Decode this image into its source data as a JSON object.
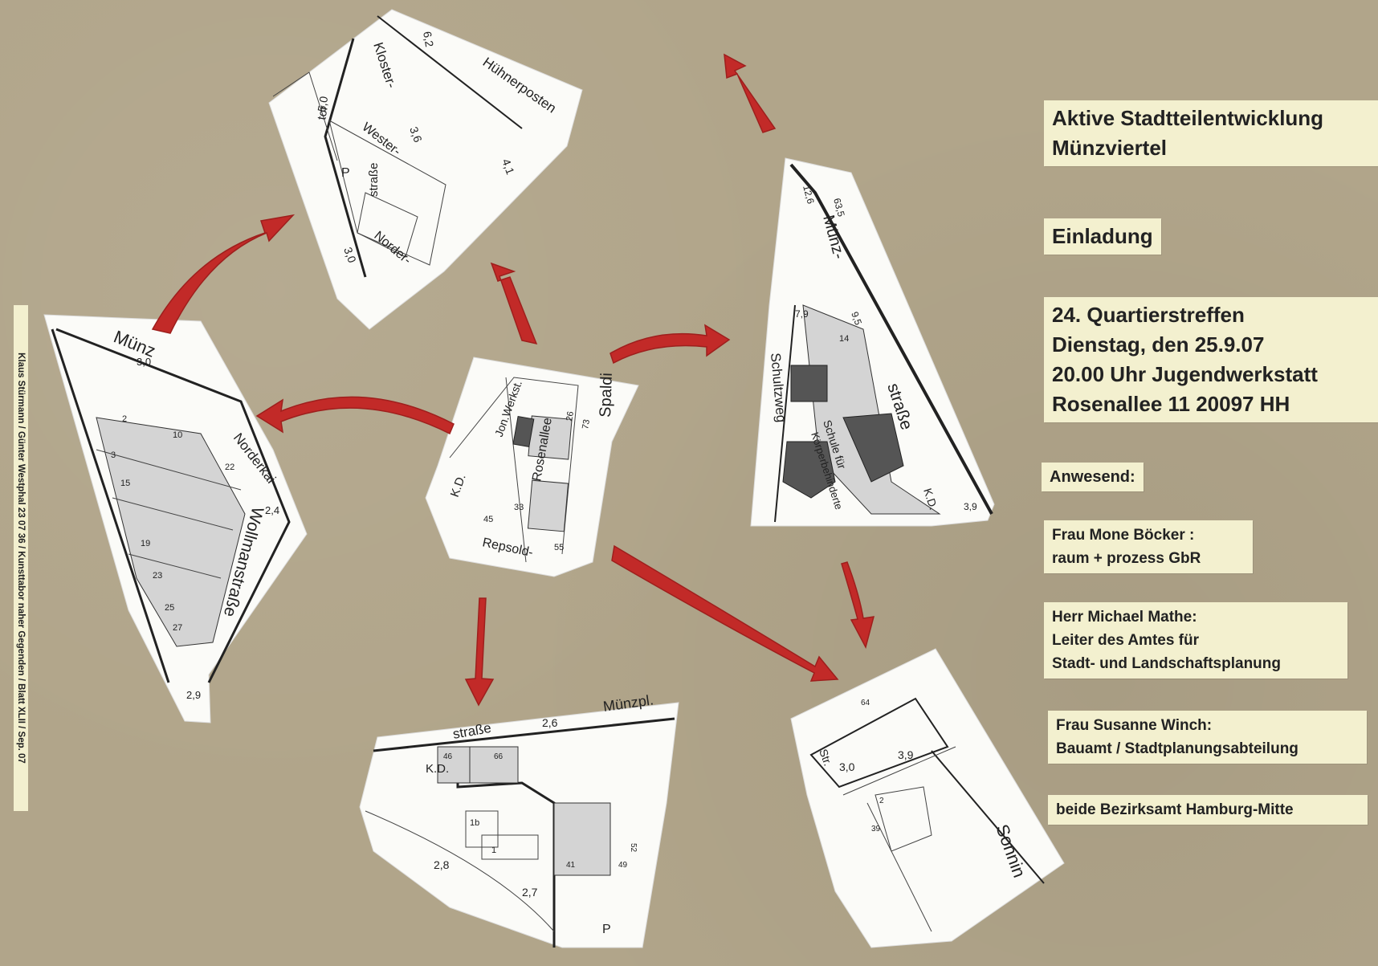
{
  "poster": {
    "title_line1": "Aktive Stadtteilentwicklung",
    "title_line2": "Münzviertel",
    "einladung": "Einladung",
    "meeting_line1": "24. Quartierstreffen",
    "meeting_line2": "Dienstag, den 25.9.07",
    "meeting_line3": "20.00 Uhr Jugendwerkstatt",
    "meeting_line4": "Rosenallee 11  20097 HH",
    "anwesend": "Anwesend:",
    "person1_line1": "Frau Mone Böcker :",
    "person1_line2": "raum + prozess GbR",
    "person2_line1": "Herr Michael Mathe:",
    "person2_line2": "Leiter des Amtes für",
    "person2_line3": "Stadt- und Landschaftsplanung",
    "person3_line1": "Frau Susanne Winch:",
    "person3_line2": "Bauamt / Stadtplanungsabteilung",
    "footer_note": "beide Bezirksamt Hamburg-Mitte",
    "side_credit": "Klaus Stürmann / Günter Westphal 23 07 36 / Kunsttabor naher Gegenden / Blatt XLII / Sep. 07"
  },
  "maps": {
    "top": {
      "labels": [
        "Kloster-",
        "tor",
        "Wester-",
        "straße",
        "Norder-",
        "Hühnerposten",
        "P"
      ],
      "numbers": [
        "6,2",
        "5,0",
        "3,6",
        "3,0",
        "4,1"
      ]
    },
    "center": {
      "labels": [
        "Rosenallee",
        "Jon.Werkst.",
        "Repsold-",
        "K.D.",
        "Spaldi"
      ],
      "numbers": [
        "26",
        "33",
        "45",
        "55",
        "73"
      ]
    },
    "left": {
      "labels": [
        "Wollmanstraße",
        "Norderkai",
        "Münz"
      ],
      "numbers": [
        "2",
        "10",
        "3",
        "15",
        "22",
        "19",
        "23",
        "25",
        "27",
        "3,0",
        "2,4",
        "2,9"
      ]
    },
    "right": {
      "labels": [
        "Münz-",
        "straße",
        "Schultzweg",
        "Schule für",
        "Körperbehinderte",
        "K.D."
      ],
      "numbers": [
        "12,6",
        "63,5",
        "7,9",
        "9,5",
        "14",
        "3,9"
      ]
    },
    "bottom": {
      "labels": [
        "straße",
        "Münzpl.",
        "K.D.",
        "P"
      ],
      "numbers": [
        "2,6",
        "46",
        "66",
        "1b",
        "1",
        "2,8",
        "2,7",
        "41",
        "49",
        "52"
      ]
    },
    "bottom_right": {
      "labels": [
        "Str.",
        "Sonnin"
      ],
      "numbers": [
        "3,0",
        "3,9",
        "64",
        "2",
        "39"
      ]
    }
  },
  "colors": {
    "background": "#b1a58a",
    "label_paper": "#f3f0cf",
    "arrow_red": "#c22a28"
  }
}
